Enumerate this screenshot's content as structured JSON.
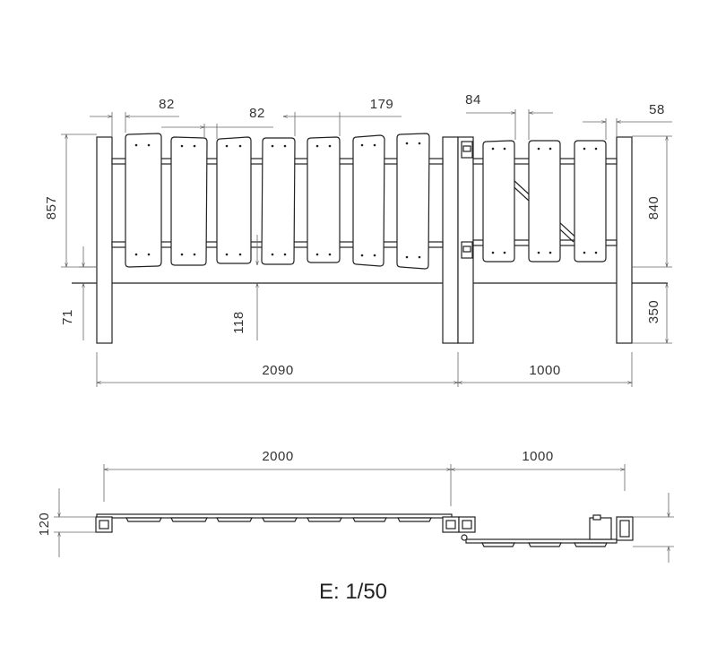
{
  "elevation": {
    "dims": {
      "slat_width_1": "82",
      "slat_gap": "82",
      "slat_pitch": "179",
      "gate_gap": "84",
      "gate_end_gap": "58",
      "fence_height": "857",
      "gate_height": "840",
      "ground_clearance": "71",
      "rail_offset": "118",
      "post_depth": "350",
      "fence_length": "2090",
      "gate_length": "1000"
    }
  },
  "plan": {
    "dims": {
      "fence_length": "2000",
      "gate_length": "1000",
      "depth": "120"
    }
  },
  "scale_label": "E: 1/50"
}
